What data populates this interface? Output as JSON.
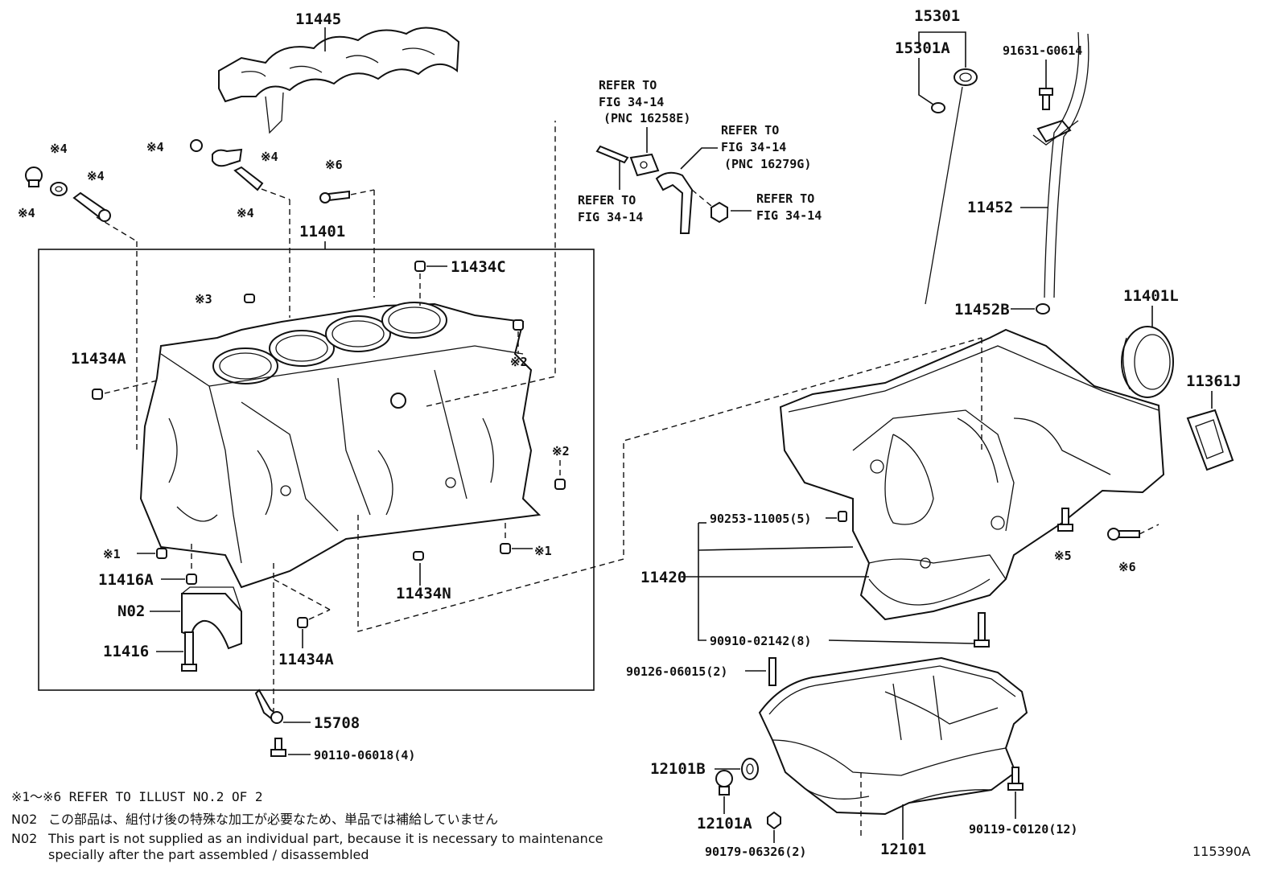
{
  "labels": {
    "p11445": "11445",
    "p11401": "11401",
    "p11434C": "11434C",
    "p11434A_left": "11434A",
    "p11434A_bottom": "11434A",
    "p11416A": "11416A",
    "p11416": "11416",
    "pN02": "N02",
    "p11434N": "11434N",
    "p15708": "15708",
    "p90110": "90110-06018(4)",
    "p15301": "15301",
    "p15301A": "15301A",
    "p91631": "91631-G0614",
    "p11452": "11452",
    "p11452B": "11452B",
    "p11401L": "11401L",
    "p11361J": "11361J",
    "p90253": "90253-11005(5)",
    "p11420": "11420",
    "p90910": "90910-02142(8)",
    "p90126": "90126-06015(2)",
    "p12101B": "12101B",
    "p12101A": "12101A",
    "p90179": "90179-06326(2)",
    "p12101": "12101",
    "p90119": "90119-C0120(12)"
  },
  "marks": {
    "m4a": "※4",
    "m4b": "※4",
    "m4c": "※4",
    "m4d": "※4",
    "m4e": "※4",
    "m4f": "※4",
    "m6a": "※6",
    "m3": "※3",
    "m2a": "※2",
    "m2b": "※2",
    "m1a": "※1",
    "m1b": "※1",
    "m5": "※5",
    "m6b": "※6"
  },
  "refers": {
    "r1": [
      "REFER TO",
      "FIG 34-14",
      "(PNC 16258E)"
    ],
    "r2": [
      "REFER TO",
      "FIG 34-14",
      "(PNC 16279G)"
    ],
    "r3": [
      "REFER TO",
      "FIG 34-14"
    ],
    "r4": [
      "REFER TO",
      "FIG 34-14"
    ]
  },
  "notes": {
    "line1": "※1～※6 REFER TO ILLUST NO.2 OF 2",
    "line2_code": "N02",
    "line2": "この部品は、組付け後の特殊な加工が必要なため、単品では補給していません",
    "line3_code": "N02",
    "line3": "This part is not supplied as an individual part, because it is necessary to maintenance",
    "line4": "specially after the part assembled / disassembled"
  },
  "illustration_id": "115390A"
}
